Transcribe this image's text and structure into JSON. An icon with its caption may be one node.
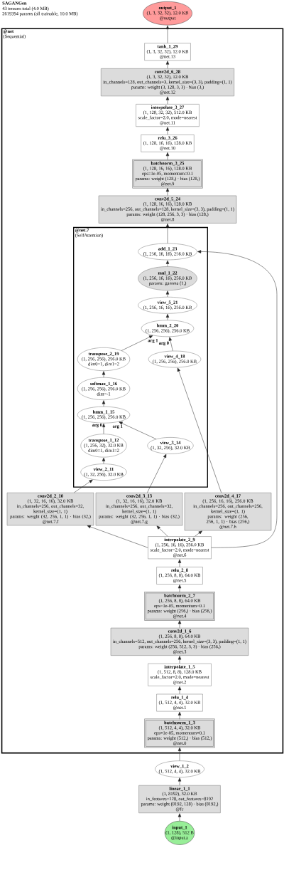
{
  "diagram": {
    "title": "SAGANGen",
    "nodes": [
      {
        "text": [
          "output_1",
          "(1, 3, 32, 32), 12.0 KB",
          "@output"
        ]
      },
      {
        "text": [
          "@net",
          "(Sequential)"
        ]
      },
      {
        "text": [
          "tanh_1_29",
          "(1, 3, 32, 32), 12.0 KB",
          "@net.13"
        ],
        "in": 1
      },
      {
        "text": [
          "conv2d_6_28",
          "(1, 3, 32, 32), 12.0 KB",
          "in_channels=128, out_channels=3, kernel_size=(3, 3), padding=(1, 1)",
          "params: weight (3, 128, 3, 3) · bias (3,)",
          "@net.12"
        ],
        "in": 1
      },
      {
        "text": [
          "interpolate_3_27",
          "(1, 128, 32, 32), 512.0 KB",
          "scale_factor=2.0, mode=nearest",
          "@net.11"
        ],
        "in": 1
      },
      {
        "text": [
          "relu_3_26",
          "(1, 128, 16, 16), 128.0 KB",
          "@net.10"
        ],
        "in": 1
      },
      {
        "text": [
          "batchnorm_3_25",
          "(1, 128, 16, 16), 128.0 KB",
          "eps=1e-05, momentum=0.1",
          "params: weight (128,) · bias (128,)",
          "@net.9"
        ],
        "in": 1
      },
      {
        "text": [
          "conv2d_5_24",
          "(1, 128, 16, 16), 128.0 KB",
          "in_channels=256, out_channels=128, kernel_size=(3, 3), padding=(1, 1)",
          "params: weight (128, 256, 3, 3) · bias (128,)",
          "@net.8"
        ],
        "in": 1
      },
      {
        "text": [
          "@net.7",
          "(SelfAttention)"
        ],
        "in": 1
      },
      {
        "text": [
          "add_1_23",
          "(1, 256, 16, 16), 256.0 KB"
        ],
        "in": 8
      },
      {
        "text": [
          "mul_1_22",
          "(1, 256, 16, 16), 256.0 KB",
          "params: gamma (1,)"
        ],
        "in": 8
      },
      {
        "text": [
          "view_5_21",
          "(1, 256, 16, 16), 256.0 KB"
        ],
        "in": 8
      },
      {
        "text": [
          "bmm_2_20",
          "(1, 256, 256), 256.0 KB"
        ],
        "in": 8
      },
      {
        "text": [
          "transpose_2_19",
          "(1, 256, 256), 256.0 KB",
          "dim0=1, dim1=2"
        ],
        "in": 8
      },
      {
        "text": [
          "view_4_18",
          "(1, 256, 256), 256.0 KB"
        ],
        "in": 8
      },
      {
        "text": [
          "softmax_1_16",
          "(1, 256, 256), 256.0 KB",
          "dim=-1"
        ],
        "in": 8
      },
      {
        "text": [
          "bmm_1_15",
          "(1, 256, 256), 256.0 KB"
        ],
        "in": 8
      },
      {
        "text": [
          "transpose_1_12",
          "(1, 256, 32), 32.0 KB",
          "dim0=1, dim1=2"
        ],
        "in": 8
      },
      {
        "text": [
          "view_3_14",
          "(1, 32, 256), 32.0 KB"
        ],
        "in": 8
      },
      {
        "text": [
          "view_2_11",
          "(1, 32, 256), 32.0 KB"
        ],
        "in": 8
      },
      {
        "text": [
          "conv2d_2_10",
          "(1, 32, 16, 16), 32.0 KB",
          "in_channels=256, out_channels=32, kernel_size=(1, 1)",
          "params: weight (32, 256, 1, 1) · bias (32,)",
          "@net.7.f"
        ],
        "in": 1
      },
      {
        "text": [
          "conv2d_3_13",
          "(1, 32, 16, 16), 32.0 KB",
          "in_channels=256, out_channels=32, kernel_size=(1, 1)",
          "params: weight (32, 256, 1, 1) · bias (32,)",
          "@net.7.g"
        ],
        "in": 1
      },
      {
        "text": [
          "conv2d_4_17",
          "(1, 256, 16, 16), 256.0 KB",
          "in_channels=256, out_channels=256, kernel_size=(1, 1)",
          "params: weight (256, 256, 1, 1) · bias (256,)",
          "@net.7.h"
        ],
        "in": 1
      },
      {
        "text": [
          "interpolate_2_9",
          "(1, 256, 16, 16), 256.0 KB",
          "scale_factor=2.0, mode=nearest",
          "@net.6"
        ],
        "in": 1
      },
      {
        "text": [
          "relu_2_8",
          "(1, 256, 8, 8), 64.0 KB",
          "@net.5"
        ],
        "in": 1
      },
      {
        "text": [
          "batchnorm_2_7",
          "(1, 256, 8, 8), 64.0 KB",
          "eps=1e-05, momentum=0.1",
          "params: weight (256,) · bias (256,)",
          "@net.4"
        ],
        "in": 1
      },
      {
        "text": [
          "conv2d_1_6",
          "(1, 256, 8, 8), 64.0 KB",
          "in_channels=512, out_channels=256, kernel_size=(3, 3), padding=(1, 1)",
          "params: weight (256, 512, 3, 3) · bias (256,)",
          "@net.3"
        ],
        "in": 1
      },
      {
        "text": [
          "interpolate_1_5",
          "(1, 512, 8, 8), 128.0 KB",
          "scale_factor=2.0, mode=nearest",
          "@net.2"
        ],
        "in": 1
      },
      {
        "text": [
          "relu_1_4",
          "(1, 512, 4, 4), 32.0 KB",
          "@net.1"
        ],
        "in": 1
      },
      {
        "text": [
          "batchnorm_1_3",
          "(1, 512, 4, 4), 32.0 KB",
          "eps=1e-05, momentum=0.1",
          "params: weight (512,) · bias (512,)",
          "@net.0"
        ],
        "in": 1
      },
      {
        "text": [
          "view_1_2",
          "(1, 512, 4, 4), 32.0 KB"
        ]
      },
      {
        "text": [
          "linear_1_1",
          "(1, 8192), 32.0 KB",
          "in_features=128, out_features=8192",
          "params: weight (8192, 128) · bias (8192,)",
          "@fc"
        ]
      },
      {
        "text": [
          "input_1",
          "(1, 128), 512 B",
          "@input.z"
        ]
      }
    ],
    "edges": [
      {
        "from": 32,
        "to": 31,
        "arrow": "to"
      },
      {
        "from": 31,
        "to": 30,
        "arrow": "to"
      },
      {
        "from": 30,
        "to": 29,
        "arrow": "to"
      },
      {
        "from": 29,
        "to": 28,
        "arrow": "to"
      },
      {
        "from": 28,
        "to": 27,
        "arrow": "to"
      },
      {
        "from": 27,
        "to": 26,
        "arrow": "to"
      },
      {
        "from": 26,
        "to": 25,
        "arrow": "to"
      },
      {
        "from": 25,
        "to": 24,
        "arrow": "to"
      },
      {
        "from": 24,
        "to": 23,
        "arrow": "to"
      },
      {
        "from": 23,
        "to": 20,
        "arrow": "to"
      },
      {
        "from": 23,
        "to": 21,
        "arrow": "to"
      },
      {
        "from": 23,
        "to": 22,
        "arrow": "to"
      },
      {
        "from": 23,
        "to": 9,
        "arrow": "to"
      },
      {
        "from": 20,
        "to": 19,
        "arrow": "to"
      },
      {
        "from": 19,
        "to": 17,
        "arrow": "to"
      },
      {
        "from": 17,
        "to": 16,
        "arrow": "to",
        "label": "arg 0"
      },
      {
        "from": 21,
        "to": 18,
        "arrow": "to"
      },
      {
        "from": 18,
        "to": 16,
        "arrow": "to",
        "label": "arg 1"
      },
      {
        "from": 16,
        "to": 15,
        "arrow": "to"
      },
      {
        "from": 15,
        "to": 13,
        "arrow": "to"
      },
      {
        "from": 22,
        "to": 14,
        "arrow": "to"
      },
      {
        "from": 14,
        "to": 12,
        "arrow": "to",
        "label": "arg 0"
      },
      {
        "from": 13,
        "to": 12,
        "arrow": "to",
        "label": "arg 1"
      },
      {
        "from": 12,
        "to": 11,
        "arrow": "to"
      },
      {
        "from": 11,
        "to": 10,
        "arrow": "to"
      },
      {
        "from": 10,
        "to": 9,
        "arrow": "to"
      },
      {
        "from": 9,
        "to": 7,
        "arrow": "to"
      },
      {
        "from": 7,
        "to": 6,
        "arrow": "to"
      },
      {
        "from": 6,
        "to": 5,
        "arrow": "to"
      },
      {
        "from": 5,
        "to": 4,
        "arrow": "to"
      },
      {
        "from": 4,
        "to": 3,
        "arrow": "to"
      },
      {
        "from": 3,
        "to": 2,
        "arrow": "to"
      },
      {
        "from": 2,
        "to": 0,
        "arrow": "to"
      }
    ],
    "labels": [
      "43 tensors total (4.0 MB)",
      "2619394 params (all trainable, 10.0 MB)"
    ]
  }
}
